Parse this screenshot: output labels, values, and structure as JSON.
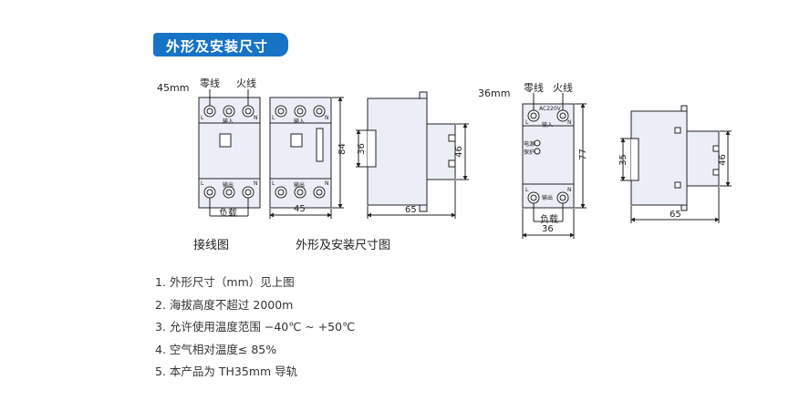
{
  "header": {
    "title": "外形及安装尺寸"
  },
  "model_45": {
    "width_label": "45mm",
    "neutral_label": "零线",
    "live_label": "火线",
    "input_label": "输入",
    "output_label": "输出",
    "load_label": "负载",
    "terminal_l": "L",
    "terminal_n": "N",
    "dim_width": "45",
    "dim_height": "84",
    "dim_depth": "65",
    "dim_rail": "36",
    "dim_side": "46",
    "caption_wiring": "接线图",
    "caption_outline": "外形及安装尺寸图"
  },
  "model_36": {
    "width_label": "36mm",
    "neutral_label": "零线",
    "live_label": "火线",
    "voltage_label": "AC220V",
    "input_label": "输入",
    "output_label": "输出",
    "power_label": "电源",
    "protect_label": "保护",
    "load_label": "负载",
    "terminal_l": "L",
    "terminal_n": "N",
    "dim_width": "36",
    "dim_height": "77",
    "dim_depth": "65",
    "dim_rail": "35",
    "dim_side": "46"
  },
  "notes": [
    "1. 外形尺寸（mm）见上图",
    "2. 海拔高度不超过 2000m",
    "3. 允许使用温度范围 −40℃ ~ +50℃",
    "4. 空气相对温度≤ 85%",
    "5. 本产品为 TH35mm 导轨"
  ],
  "colors": {
    "header_bg": "#1673c6",
    "device_fill": "#eceef7",
    "line": "#222222"
  }
}
